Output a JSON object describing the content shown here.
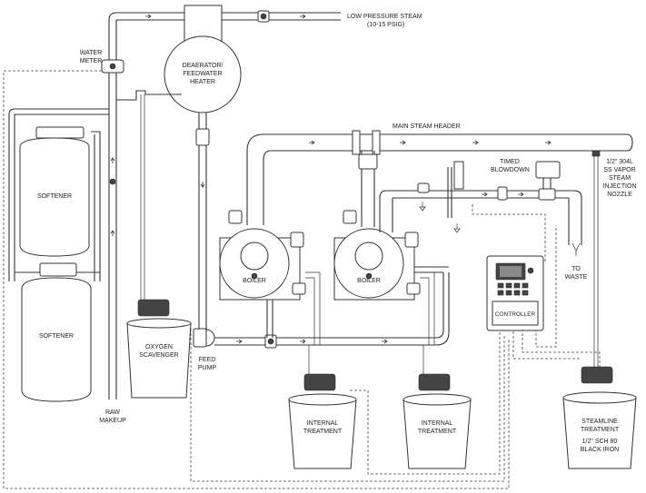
{
  "labels": {
    "low_pressure_steam_1": "LOW PRESSURE STEAM",
    "low_pressure_steam_2": "(10-15 PSIG)",
    "water_meter_1": "WATER",
    "water_meter_2": "METER",
    "deaerator_1": "DEAERATOR/",
    "deaerator_2": "FEEDWATER",
    "deaerator_3": "HEATER",
    "main_steam_header": "MAIN STEAM HEADER",
    "timed_blowdown_1": "TIMED",
    "timed_blowdown_2": "BLOWDOWN",
    "nozzle_1": "1/2\" 304L",
    "nozzle_2": "SS VAPOR",
    "nozzle_3": "STEAM",
    "nozzle_4": "INJECTION",
    "nozzle_5": "NOZZLE",
    "softener_top": "SOFTENER",
    "softener_bottom": "SOFTENER",
    "boiler_left": "BOILER",
    "boiler_right": "BOILER",
    "oxygen_scavenger_1": "OXYGEN",
    "oxygen_scavenger_2": "SCAVENGER",
    "feed_pump_1": "FEED",
    "feed_pump_2": "PUMP",
    "to_waste_1": "TO",
    "to_waste_2": "WASTE",
    "controller": "CONTROLLER",
    "raw_makeup_1": "RAW",
    "raw_makeup_2": "MAKEUP",
    "internal_treatment_left_1": "INTERNAL",
    "internal_treatment_left_2": "TREATMENT",
    "internal_treatment_right_1": "INTERNAL",
    "internal_treatment_right_2": "TREATMENT",
    "steamline_treatment_1": "STEAMLINE",
    "steamline_treatment_2": "TREATMENT",
    "steamline_treatment_3": "1/2\" SCH 80",
    "steamline_treatment_4": "BLACK IRON"
  }
}
